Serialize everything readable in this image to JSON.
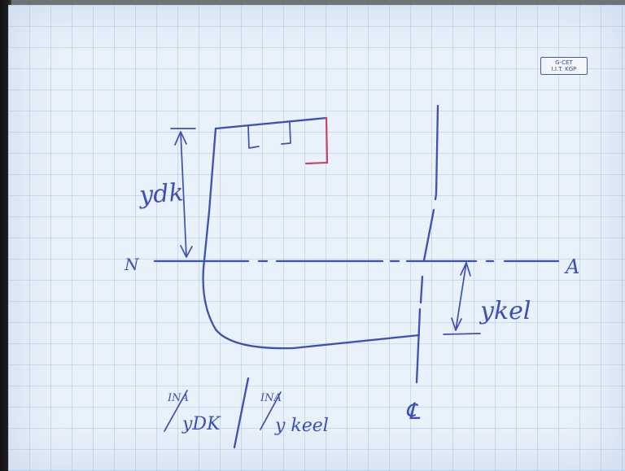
{
  "stamp": {
    "line1": "G-CET",
    "line2": "I.I.T. KGP"
  },
  "labels": {
    "y_deck": "ydk",
    "neutral_axis_n": "N",
    "neutral_axis_a": "A",
    "y_keel": "ykel",
    "centreline": "℄",
    "ratio_left_num": "INA",
    "ratio_left_den": "yDK",
    "ratio_right_num": "INA",
    "ratio_right_den": "y keel"
  },
  "colors": {
    "ink": "#3d4fb8",
    "red": "#c2466a",
    "paper": "#e9f1fa"
  }
}
